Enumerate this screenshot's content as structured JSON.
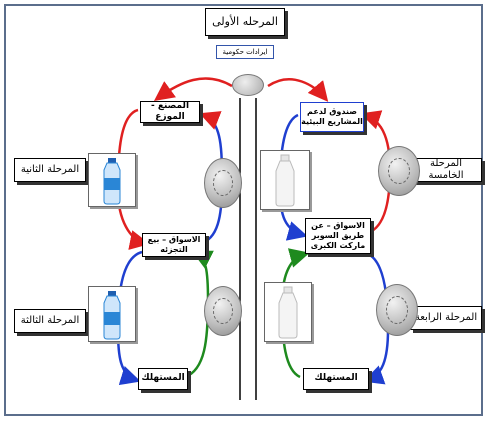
{
  "stages": {
    "first": "المرحله الأولى",
    "second": "المرحلة الثانية",
    "third": "المرحلة الثالثة",
    "fourth": "المرحلة الرابعة",
    "fifth": "المرحلة الخامسة"
  },
  "top_label": "ايرادات حكومية",
  "left_column": {
    "manufacturer": "المصنع - الموزع",
    "markets": "الاسواق – بيع التجزئه",
    "consumer": "المستهلك"
  },
  "right_column": {
    "fund": "صندوق لدعم المشاريع البيئية",
    "markets": "الاسواق – عن طريق السوبر ماركت الكبرى",
    "consumer": "المستهلك"
  },
  "colors": {
    "red": "#e02020",
    "blue": "#1f3fd0",
    "green": "#1e8a1e",
    "frame": "#5b6e8c",
    "bottle_blue": "#2a86d6"
  },
  "icons": {
    "coin": "silver-coin-icon",
    "bottle_plastic": "plastic-water-bottle-icon",
    "bottle_glass": "white-milk-bottle-icon"
  }
}
